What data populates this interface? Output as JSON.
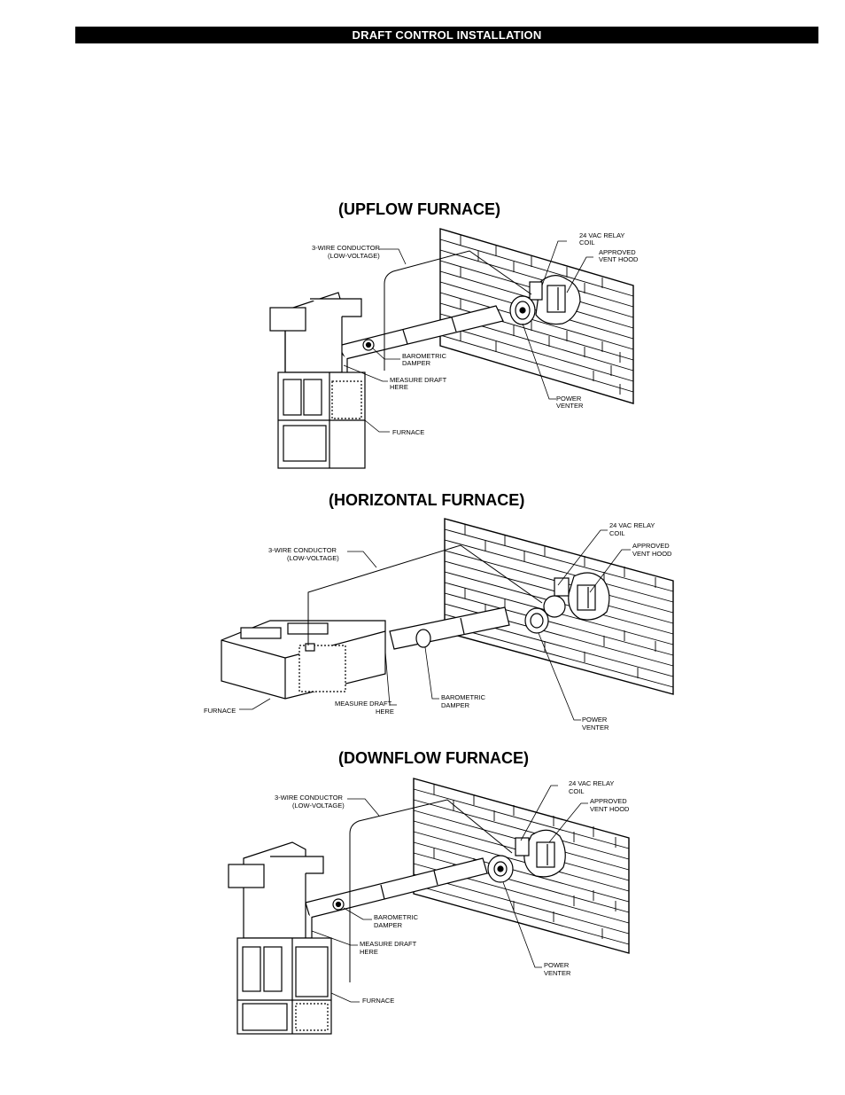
{
  "header": {
    "title": "DRAFT CONTROL INSTALLATION"
  },
  "diagrams": [
    {
      "title": "(UPFLOW FURNACE)",
      "labels": {
        "conductor": [
          "3-WIRE CONDUCTOR",
          "(LOW-VOLTAGE)"
        ],
        "relay": [
          "24 VAC RELAY",
          "COIL"
        ],
        "hood": [
          "APPROVED",
          "VENT HOOD"
        ],
        "damper": [
          "BAROMETRIC",
          "DAMPER"
        ],
        "measure": [
          "MEASURE DRAFT",
          "HERE"
        ],
        "furnace": [
          "FURNACE"
        ],
        "venter": [
          "POWER",
          "VENTER"
        ]
      }
    },
    {
      "title": "(HORIZONTAL  FURNACE)",
      "labels": {
        "conductor": [
          "3-WIRE CONDUCTOR",
          "(LOW-VOLTAGE)"
        ],
        "relay": [
          "24 VAC RELAY",
          "COIL"
        ],
        "hood": [
          "APPROVED",
          "VENT HOOD"
        ],
        "damper": [
          "BAROMETRIC",
          "DAMPER"
        ],
        "measure": [
          "MEASURE DRAFT",
          "HERE"
        ],
        "furnace": [
          "FURNACE"
        ],
        "venter": [
          "POWER",
          "VENTER"
        ]
      }
    },
    {
      "title": "(DOWNFLOW FURNACE)",
      "labels": {
        "conductor": [
          "3-WIRE CONDUCTOR",
          "(LOW-VOLTAGE)"
        ],
        "relay": [
          "24 VAC RELAY",
          "COIL"
        ],
        "hood": [
          "APPROVED",
          "VENT HOOD"
        ],
        "damper": [
          "BAROMETRIC",
          "DAMPER"
        ],
        "measure": [
          "MEASURE DRAFT",
          "HERE"
        ],
        "furnace": [
          "FURNACE"
        ],
        "venter": [
          "POWER",
          "VENTER"
        ]
      }
    }
  ]
}
